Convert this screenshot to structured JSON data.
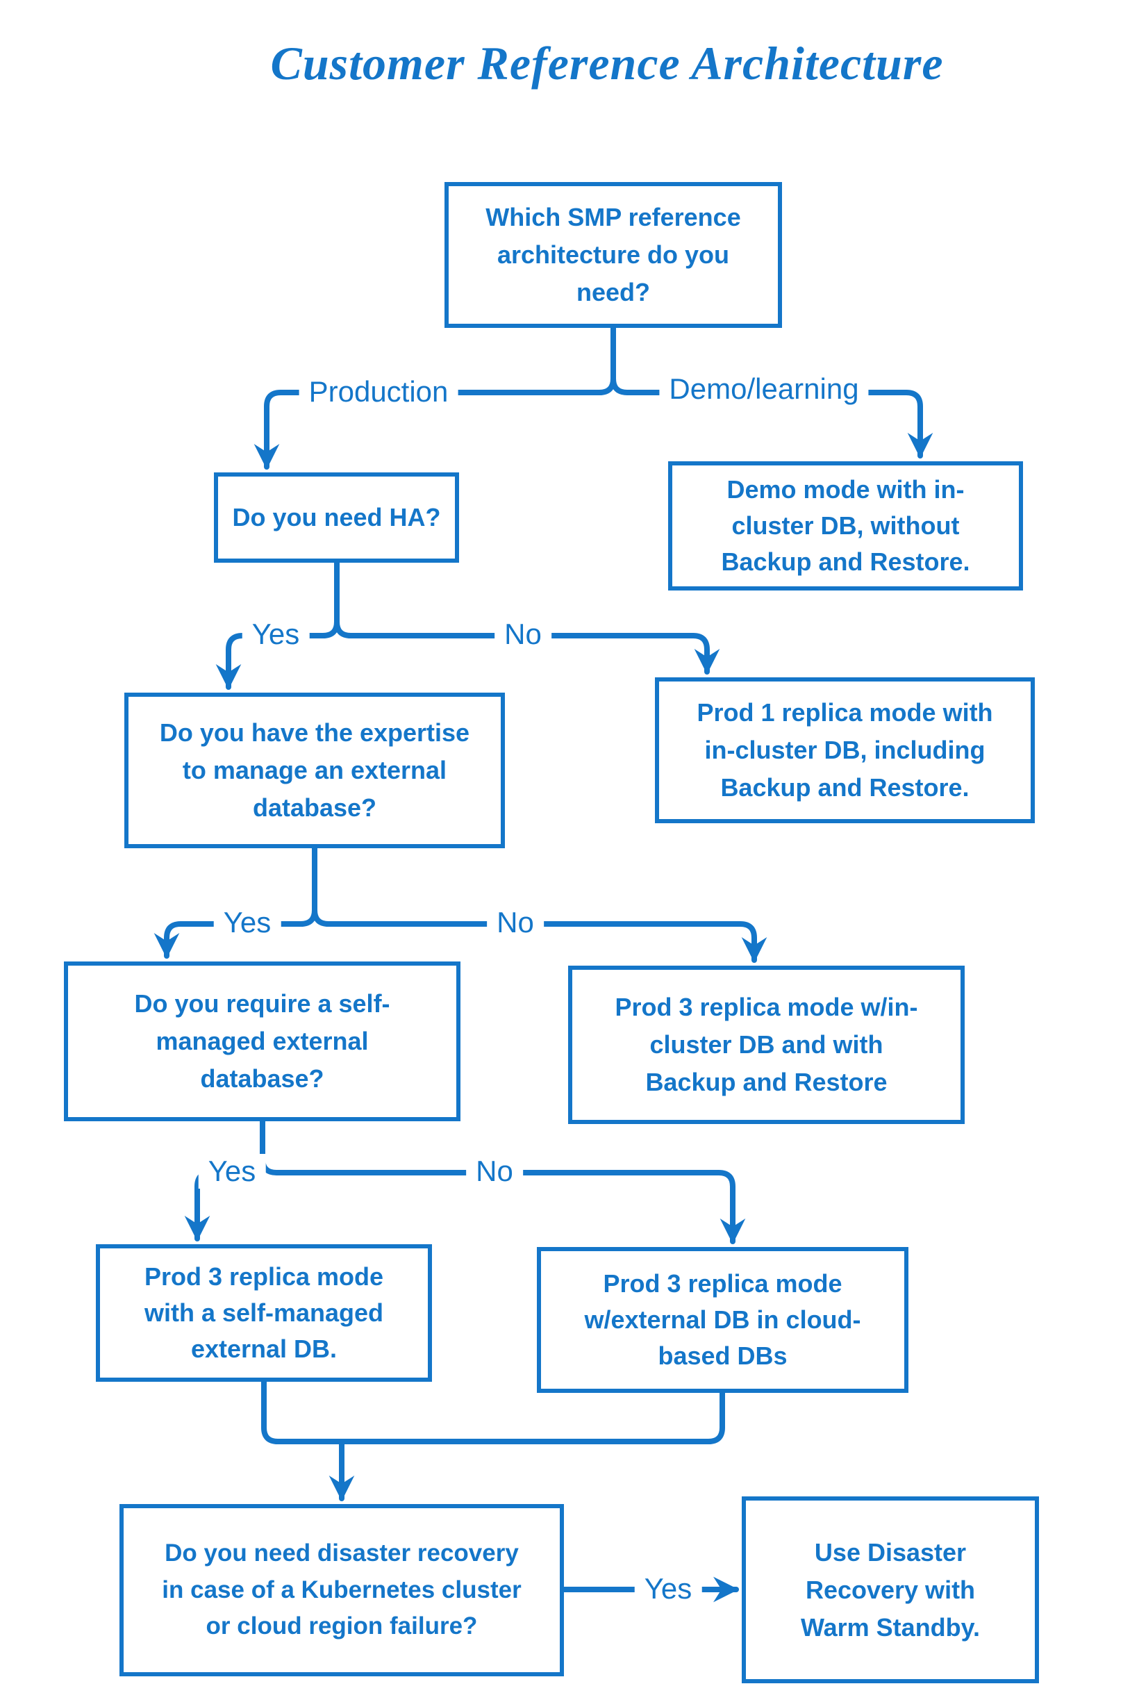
{
  "accent_color": "#1476c9",
  "title": "Customer Reference Architecture",
  "flowchart": {
    "nodes": {
      "root": "Which SMP reference\narchitecture do you\nneed?",
      "need_ha": "Do you need HA?",
      "demo_mode": "Demo mode with in-\ncluster DB, without\nBackup and Restore.",
      "expertise": "Do you have the expertise\nto manage an external\ndatabase?",
      "prod1_replica": "Prod 1 replica mode with\nin-cluster DB, including\nBackup and Restore.",
      "self_managed_q": "Do you require a self-\nmanaged external\ndatabase?",
      "prod3_incluster": "Prod 3 replica mode w/in-\ncluster DB and with\nBackup and Restore",
      "prod3_self_managed": "Prod 3 replica mode\nwith a self-managed\nexternal DB.",
      "prod3_cloud": "Prod 3 replica mode\nw/external DB in cloud-\nbased DBs",
      "dr_question": "Do you need disaster recovery\nin case of a Kubernetes cluster\nor cloud region failure?",
      "dr_answer": "Use Disaster\nRecovery with\nWarm Standby."
    },
    "edge_labels": {
      "production": "Production",
      "demo_learning": "Demo/learning",
      "ha_yes": "Yes",
      "ha_no": "No",
      "expertise_yes": "Yes",
      "expertise_no": "No",
      "selfdb_yes": "Yes",
      "selfdb_no": "No",
      "dr_yes": "Yes"
    }
  }
}
